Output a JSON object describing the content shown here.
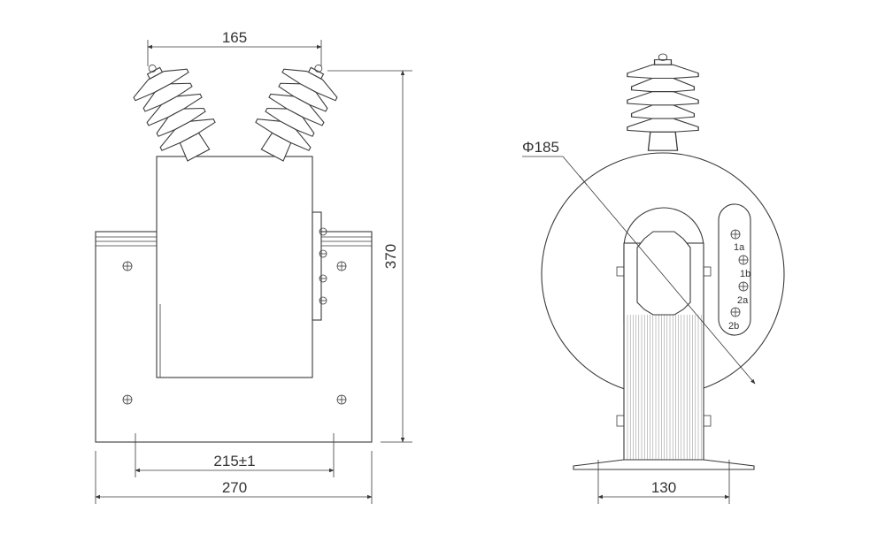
{
  "dimensions": {
    "insulator_spacing": "165",
    "height": "370",
    "hole_spacing": "215±1",
    "base_width": "270",
    "diameter": "Φ185",
    "core_width": "130"
  },
  "terminals": [
    "1a",
    "1b",
    "2a",
    "2b"
  ],
  "colors": {
    "line": "#3a3a3a",
    "text": "#333333",
    "background": "#ffffff"
  }
}
